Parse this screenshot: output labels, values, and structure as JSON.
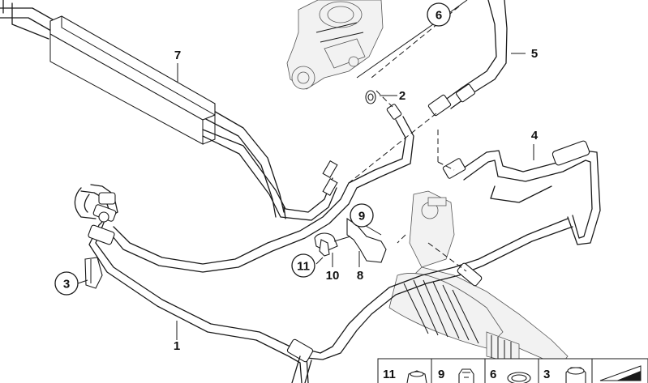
{
  "callouts": {
    "c1": "1",
    "c2": "2",
    "c3": "3",
    "c4": "4",
    "c5": "5",
    "c6": "6",
    "c7": "7",
    "c8": "8",
    "c9": "9",
    "c10": "10",
    "c11": "11"
  },
  "legend": {
    "items": [
      {
        "label": "11",
        "icon": "cap-nut-icon"
      },
      {
        "label": "9",
        "icon": "clip-icon"
      },
      {
        "label": "6",
        "icon": "seal-ring-icon"
      },
      {
        "label": "3",
        "icon": "plug-cap-icon"
      }
    ],
    "extra_icon": "wedge-icon"
  }
}
